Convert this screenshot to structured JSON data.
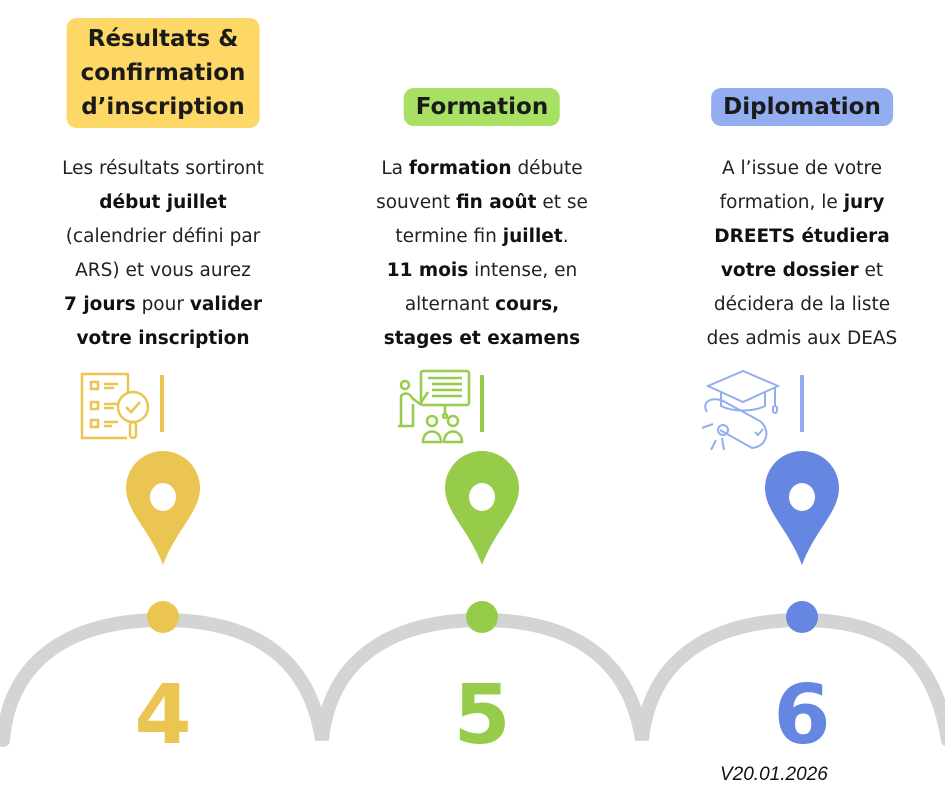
{
  "colors": {
    "yellow": "#EAC552",
    "yellow_pill": "#FDD866",
    "green": "#96CC4A",
    "green_pill": "#A8E063",
    "blue": "#6587E2",
    "blue_pill": "#93AEF0",
    "track": "#D3D4D6"
  },
  "steps": [
    {
      "title": "Résultats & confirmation d’inscription",
      "title_lines": [
        "Résultats &",
        "confirmation",
        "d’inscription"
      ],
      "icon": "checklist-magnifier-icon",
      "number": "4",
      "lines": [
        [
          {
            "t": "Les résultats sortiront"
          }
        ],
        [
          {
            "t": "début juillet",
            "b": true
          }
        ],
        [
          {
            "t": "(calendrier défini par"
          }
        ],
        [
          {
            "t": "ARS) et vous aurez"
          }
        ],
        [
          {
            "t": "7 jours",
            "b": true
          },
          {
            "t": " pour "
          },
          {
            "t": "valider",
            "b": true
          }
        ],
        [
          {
            "t": "votre inscription",
            "b": true
          }
        ]
      ]
    },
    {
      "title": "Formation",
      "title_lines": [
        "Formation"
      ],
      "icon": "teacher-presentation-icon",
      "number": "5",
      "lines": [
        [
          {
            "t": "La "
          },
          {
            "t": "formation",
            "b": true
          },
          {
            "t": " débute"
          }
        ],
        [
          {
            "t": "souvent "
          },
          {
            "t": "fin août",
            "b": true
          },
          {
            "t": " et se"
          }
        ],
        [
          {
            "t": "termine fin "
          },
          {
            "t": "juillet",
            "b": true
          },
          {
            "t": "."
          }
        ],
        [
          {
            "t": "11 mois",
            "b": true
          },
          {
            "t": " intense, en"
          }
        ],
        [
          {
            "t": "alternant "
          },
          {
            "t": "cours,",
            "b": true
          }
        ],
        [
          {
            "t": "stages et examens",
            "b": true
          }
        ]
      ]
    },
    {
      "title": "Diplomation",
      "title_lines": [
        "Diplomation"
      ],
      "icon": "graduation-diploma-icon",
      "number": "6",
      "lines": [
        [
          {
            "t": "A l’issue de votre"
          }
        ],
        [
          {
            "t": "formation, le "
          },
          {
            "t": "jury",
            "b": true
          }
        ],
        [
          {
            "t": "DREETS étudiera",
            "b": true
          }
        ],
        [
          {
            "t": "votre dossier",
            "b": true
          },
          {
            "t": " et"
          }
        ],
        [
          {
            "t": "décidera de la liste"
          }
        ],
        [
          {
            "t": "des admis aux DEAS"
          }
        ]
      ]
    }
  ],
  "version": "V20.01.2026"
}
